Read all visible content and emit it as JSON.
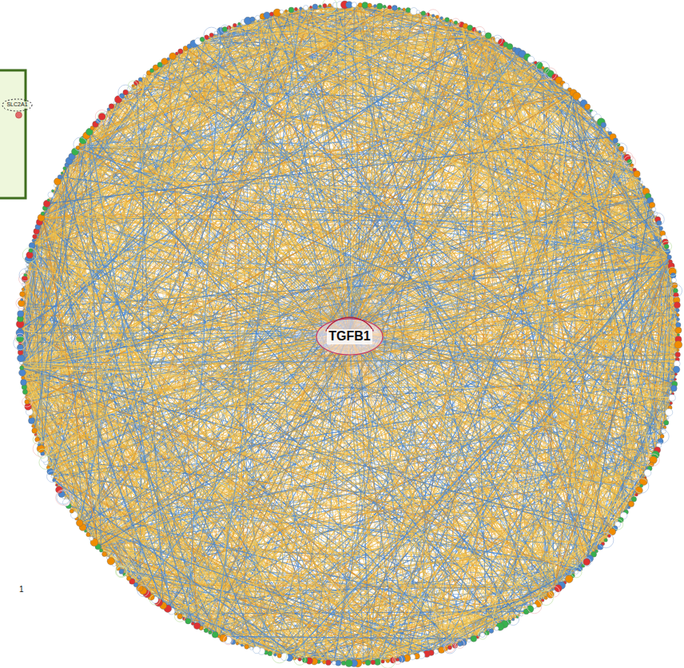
{
  "diagram": {
    "nodes": [
      {
        "text": [
          "TGFB1"
        ]
      },
      {
        "text": [
          "SLC2A1"
        ]
      }
    ],
    "labels": [
      "1"
    ]
  }
}
